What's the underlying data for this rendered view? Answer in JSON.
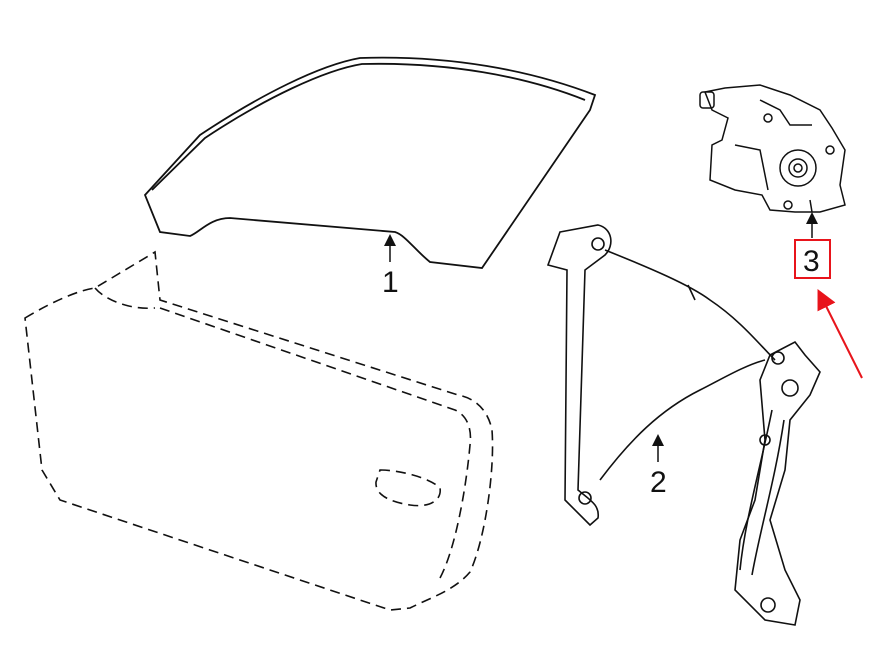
{
  "callouts": {
    "glass": "1",
    "regulator": "2",
    "motor": "3"
  },
  "colors": {
    "line": "#111111",
    "highlight": "#e8141b",
    "background": "#ffffff"
  },
  "icons": [
    "door-outline-dashed",
    "window-glass",
    "window-regulator",
    "window-motor",
    "pointer-arrow"
  ]
}
